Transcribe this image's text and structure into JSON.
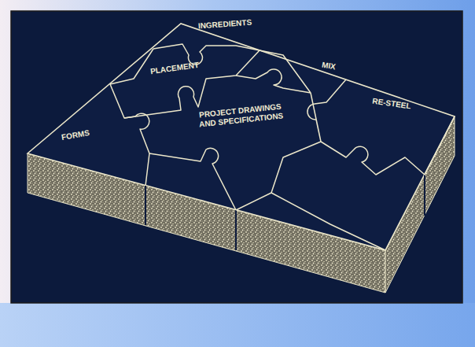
{
  "diagram": {
    "nodes": [
      {
        "text": [
          "INGREDIENTS"
        ]
      },
      {
        "text": [
          "PLACEMENT"
        ]
      },
      {
        "text": [
          "MIX"
        ]
      },
      {
        "text": [
          "FORMS"
        ]
      },
      {
        "text": [
          "PROJECT DRAWINGS AND SPECIFICATIONS"
        ]
      },
      {
        "text": [
          "RE-STEEL"
        ]
      }
    ]
  }
}
